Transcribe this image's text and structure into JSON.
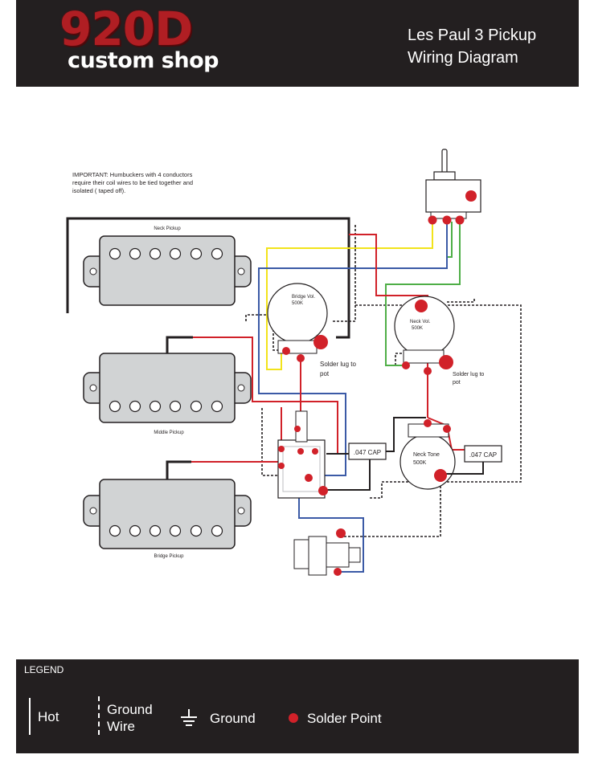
{
  "header": {
    "logo_main": "920D",
    "logo_sub": "custom shop",
    "title_line1": "Les Paul 3 Pickup",
    "title_line2": "Wiring Diagram"
  },
  "diagram": {
    "note_lines": [
      "IMPORTANT: Humbuckers with 4 conductors",
      "require their coil wires to be tied together and",
      "isolated ( taped off)."
    ],
    "neck_pickup": "Neck Pickup",
    "middle_pickup": "Middle Pickup",
    "bridge_pickup": "Bridge Pickup",
    "bridge_vol": [
      "Bridge Vol.",
      "500K"
    ],
    "neck_vol": [
      "Neck Vol.",
      "500K"
    ],
    "neck_tone": [
      "Neck Tone",
      "500K"
    ],
    "solder_lug_1": [
      "Solder lug to",
      "pot"
    ],
    "solder_lug_2": [
      "Solder lug to",
      "pot"
    ],
    "cap_1": ".047 CAP",
    "cap_2": ".047 CAP"
  },
  "legend": {
    "title": "LEGEND",
    "hot": "Hot",
    "ground_wire_line1": "Ground",
    "ground_wire_line2": "Wire",
    "ground": "Ground",
    "solder_point": "Solder Point"
  },
  "colors": {
    "hot_red": "#d12129",
    "ground_black": "#231f20",
    "wire_blue": "#3b5aa6",
    "wire_yellow": "#f2e31b",
    "wire_green": "#4fae47"
  }
}
